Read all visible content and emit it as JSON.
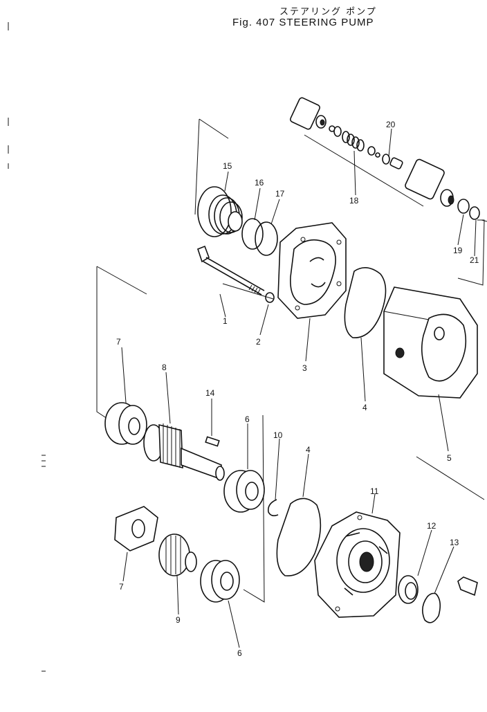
{
  "title": {
    "japanese": "ステアリング ポンプ",
    "english": "Fig. 407  STEERING PUMP"
  },
  "labels": [
    {
      "id": "p1",
      "text": "1"
    },
    {
      "id": "p2",
      "text": "2"
    },
    {
      "id": "p3",
      "text": "3"
    },
    {
      "id": "p4a",
      "text": "4"
    },
    {
      "id": "p4b",
      "text": "4"
    },
    {
      "id": "p5",
      "text": "5"
    },
    {
      "id": "p6a",
      "text": "6"
    },
    {
      "id": "p6b",
      "text": "6"
    },
    {
      "id": "p7a",
      "text": "7"
    },
    {
      "id": "p7b",
      "text": "7"
    },
    {
      "id": "p8",
      "text": "8"
    },
    {
      "id": "p9",
      "text": "9"
    },
    {
      "id": "p10",
      "text": "10"
    },
    {
      "id": "p11",
      "text": "11"
    },
    {
      "id": "p12",
      "text": "12"
    },
    {
      "id": "p13",
      "text": "13"
    },
    {
      "id": "p14",
      "text": "14"
    },
    {
      "id": "p15",
      "text": "15"
    },
    {
      "id": "p16",
      "text": "16"
    },
    {
      "id": "p17",
      "text": "17"
    },
    {
      "id": "p18",
      "text": "18"
    },
    {
      "id": "p19",
      "text": "19"
    },
    {
      "id": "p20",
      "text": "20"
    },
    {
      "id": "p21",
      "text": "21"
    }
  ]
}
